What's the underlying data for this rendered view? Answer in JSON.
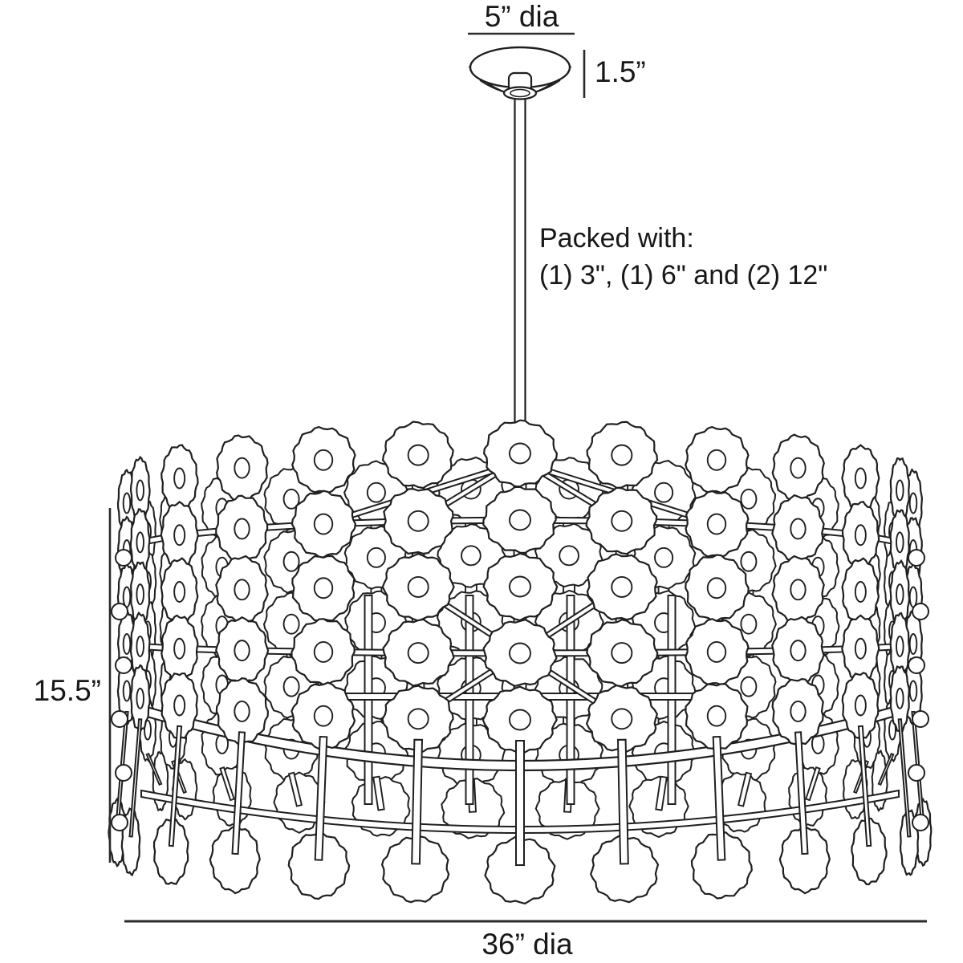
{
  "diagram": {
    "canopy": {
      "diameter_label": "5” dia",
      "height_label": "1.5”"
    },
    "packing": {
      "line1": "Packed with:",
      "line2": "(1) 3\", (1) 6\" and (2) 12\""
    },
    "fixture": {
      "height_label": "15.5”",
      "diameter_label": "36” dia"
    },
    "colors": {
      "line": "#1f1f1f",
      "dimension_line": "#2a2a2a",
      "background": "#ffffff"
    }
  }
}
